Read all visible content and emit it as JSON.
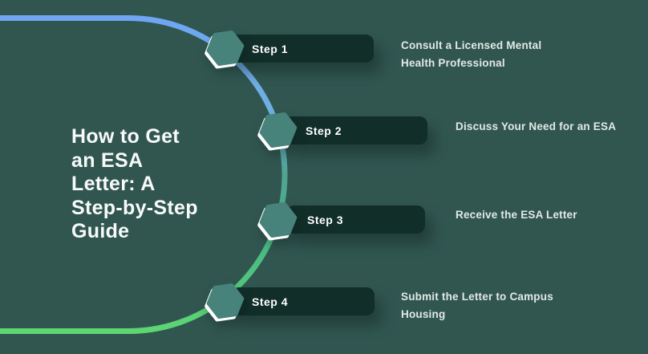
{
  "title": {
    "text": "How to Get an ESA Letter: A Step-by-Step Guide",
    "lines": [
      "How to Get",
      "an ESA",
      "Letter: A",
      "Step-by-Step",
      "Guide"
    ]
  },
  "steps": [
    {
      "label": "Step 1",
      "description": "Consult a Licensed Mental Health Professional",
      "desc_lines": [
        "Consult a Licensed Mental",
        "Health Professional"
      ]
    },
    {
      "label": "Step 2",
      "description": "Discuss Your Need for an ESA",
      "desc_lines": [
        "Discuss Your Need for an ESA"
      ]
    },
    {
      "label": "Step 3",
      "description": "Receive the ESA Letter",
      "desc_lines": [
        "Receive the ESA Letter"
      ]
    },
    {
      "label": "Step 4",
      "description": "Submit the Letter to Campus Housing",
      "desc_lines": [
        "Submit the Letter to Campus",
        "Housing"
      ]
    }
  ],
  "colors": {
    "background": "#315650",
    "pill": "#112E29",
    "hexagon": "#47837A",
    "line_blue": "#6BA3F2",
    "line_teal": "#4FA391",
    "line_green": "#5ED672",
    "title_text": "#F8FAF9",
    "description_text": "#E1E9E6"
  }
}
